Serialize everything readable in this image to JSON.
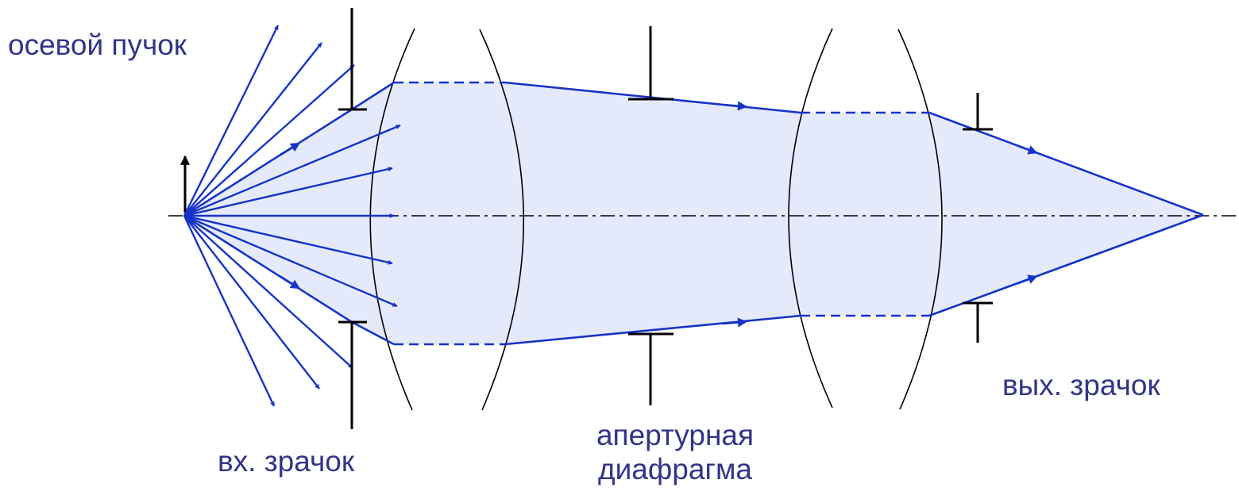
{
  "labels": {
    "axial_beam": "осевой пучок",
    "entrance_pupil": "вх. зрачок",
    "aperture_stop_line1": "апертурная",
    "aperture_stop_line2": "диафрагма",
    "exit_pupil": "вых. зрачок"
  },
  "colors": {
    "ray": "#1633c8",
    "beam_fill": "#e4eafb",
    "lens": "#000000",
    "stop": "#000000",
    "axis": "#000000",
    "text": "#33338a"
  }
}
